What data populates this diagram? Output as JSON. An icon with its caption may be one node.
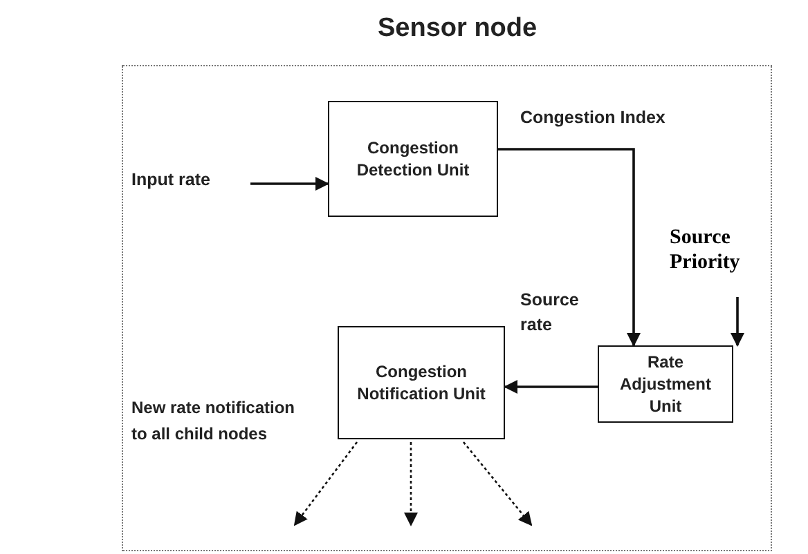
{
  "diagram": {
    "nodes": [
      {
        "text": [
          "Sensor node"
        ]
      },
      {
        "text": [
          "Input rate"
        ],
        "in": 0
      },
      {
        "text": [
          "Congestion Detection Unit"
        ],
        "in": 0
      },
      {
        "text": [
          "Source Priority"
        ],
        "in": 0
      },
      {
        "text": [
          "Rate Adjustment Unit"
        ],
        "in": 0
      },
      {
        "text": [
          "Congestion Notification Unit"
        ],
        "in": 0
      }
    ],
    "edges": [
      {
        "from": 1,
        "to": 2,
        "arrow": "to"
      },
      {
        "from": 2,
        "to": 4,
        "arrow": "to",
        "label": "Congestion Index"
      },
      {
        "from": 3,
        "to": 4,
        "arrow": "to"
      },
      {
        "from": 4,
        "to": 5,
        "arrow": "to",
        "label": "Source rate"
      },
      {
        "from": 5,
        "to": null,
        "arrow": "to",
        "style": "dashed"
      },
      {
        "from": 5,
        "to": null,
        "arrow": "to",
        "style": "dashed"
      },
      {
        "from": 5,
        "to": null,
        "arrow": "to",
        "style": "dashed"
      }
    ],
    "labels": [
      "New rate notification to all child nodes"
    ]
  }
}
